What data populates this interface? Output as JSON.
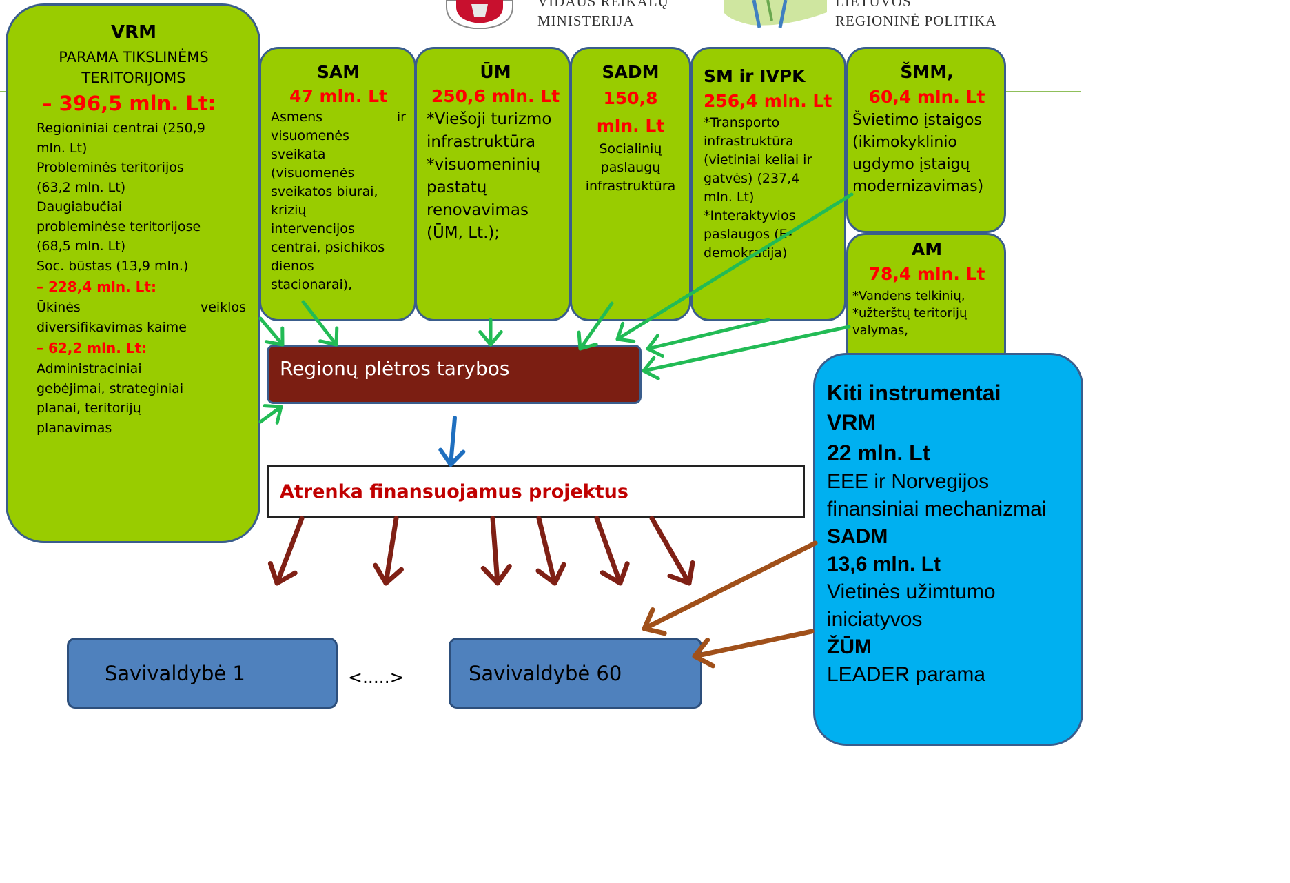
{
  "header": {
    "ministry_line1": "VIDAUS REIKALŲ",
    "ministry_line2": "MINISTERIJA",
    "program_line1": "LIETUVOS",
    "program_line2": "REGIONINĖ POLITIKA"
  },
  "vrm": {
    "title": "VRM",
    "subtitle1": "PARAMA TIKSLINĖMS",
    "subtitle2": "TERITORIJOMS",
    "amount1": "– 396,5 mln. Lt:",
    "lines1": [
      "Regioniniai centrai (250,9",
      "mln. Lt)",
      "Probleminės teritorijos",
      "(63,2 mln. Lt)",
      "Daugiabučiai",
      "probleminėse teritorijose",
      "(68,5 mln. Lt)",
      "Soc. būstas (13,9 mln.)"
    ],
    "amount2": "– 228,4 mln. Lt:",
    "lines2": [
      "Ūkinės veiklos",
      "diversifikavimas kaime"
    ],
    "amount3": "– 62,2 mln. Lt:",
    "lines3": [
      "Administraciniai",
      "gebėjimai, strateginiai",
      "planai, teritorijų",
      "planavimas"
    ]
  },
  "sam": {
    "title": "SAM",
    "amount": "47 mln. Lt",
    "lines": [
      "Asmens ir",
      "visuomenės",
      "sveikata",
      "(visuomenės",
      "sveikatos biurai,",
      "krizių",
      "intervencijos",
      "centrai, psichikos",
      "dienos",
      "stacionarai),"
    ]
  },
  "um": {
    "title": "ŪM",
    "amount": "250,6 mln. Lt",
    "lines": [
      "*Viešoji turizmo",
      "infrastruktūra",
      "*visuomeninių",
      "pastatų",
      "renovavimas",
      "(ŪM, Lt.);"
    ]
  },
  "sadm": {
    "title": "SADM",
    "amount1": "150,8",
    "amount2": "mln. Lt",
    "lines": [
      "Socialinių",
      "paslaugų",
      "infrastruktūra"
    ]
  },
  "sm": {
    "title": "SM ir IVPK",
    "amount": "256,4 mln. Lt",
    "lines": [
      "*Transporto",
      "infrastruktūra",
      "(vietiniai keliai ir",
      "gatvės) (237,4",
      "mln. Lt)",
      "*Interaktyvios",
      "paslaugos (E-",
      "demokratija)"
    ]
  },
  "smm": {
    "title": "ŠMM,",
    "amount": "60,4 mln. Lt",
    "lines": [
      "Švietimo įstaigos",
      "(ikimokyklinio",
      "ugdymo įstaigų",
      "modernizavimas)"
    ]
  },
  "am": {
    "title": "AM",
    "amount": "78,4 mln. Lt",
    "lines": [
      "*Vandens telkinių,",
      "*užterštų teritorijų",
      "valymas,"
    ]
  },
  "councils": {
    "label": "Regionų plėtros tarybos"
  },
  "select": {
    "label": "Atrenka finansuojamus projektus"
  },
  "municipalities": {
    "first": "Savivaldybė 1",
    "ellipsis": "<.....>",
    "last": "Savivaldybė 60"
  },
  "other": {
    "title1": "Kiti instrumentai",
    "title2": "VRM",
    "amount1": "22 mln. Lt",
    "text1a": "EEE ir Norvegijos",
    "text1b": "finansiniai mechanizmai",
    "title3": "SADM",
    "amount2": "13,6 mln. Lt",
    "text2a": "Vietinės užimtumo",
    "text2b": "iniciatyvos",
    "title4": "ŽŪM",
    "text3": "LEADER parama"
  },
  "colors": {
    "green_box": "#99cc00",
    "box_border": "#3a5d8c",
    "amount_red": "#ff0000",
    "council_box": "#7b1e12",
    "select_text": "#c00000",
    "municipality_box": "#4f81bd",
    "other_box": "#00b0f0",
    "green_arrow": "#22bb55",
    "blue_arrow": "#1f6fbf",
    "red_arrow": "#7f2015",
    "orange_arrow": "#a0501a"
  }
}
